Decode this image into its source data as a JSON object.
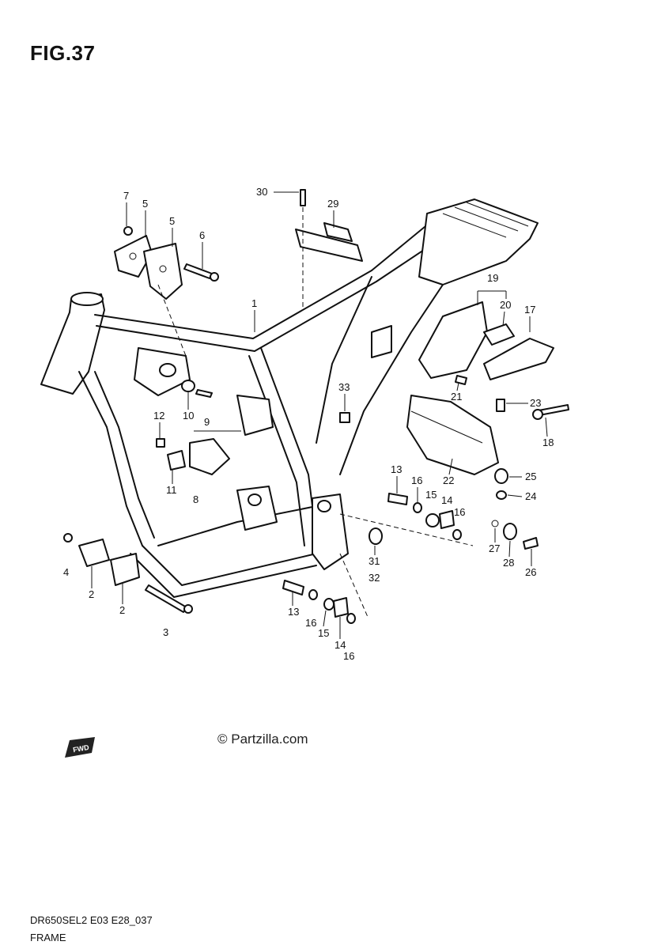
{
  "figure": {
    "title": "FIG.37"
  },
  "callouts": {
    "c1": "1",
    "c2a": "2",
    "c2b": "2",
    "c3": "3",
    "c4": "4",
    "c5a": "5",
    "c5b": "5",
    "c6": "6",
    "c7": "7",
    "c8": "8",
    "c9": "9",
    "c10": "10",
    "c11": "11",
    "c12": "12",
    "c13a": "13",
    "c13b": "13",
    "c14a": "14",
    "c14b": "14",
    "c15a": "15",
    "c15b": "15",
    "c16a": "16",
    "c16b": "16",
    "c16c": "16",
    "c16d": "16",
    "c17": "17",
    "c18": "18",
    "c19": "19",
    "c20": "20",
    "c21": "21",
    "c22": "22",
    "c23": "23",
    "c24": "24",
    "c25": "25",
    "c26": "26",
    "c27": "27",
    "c28": "28",
    "c29": "29",
    "c30": "30",
    "c31": "31",
    "c32": "32",
    "c33": "33"
  },
  "watermark": "© Partzilla.com",
  "fwd_icon_label": "FWD",
  "footer": {
    "model_code": "DR650SEL2 E03 E28_037",
    "section_name": "FRAME"
  }
}
